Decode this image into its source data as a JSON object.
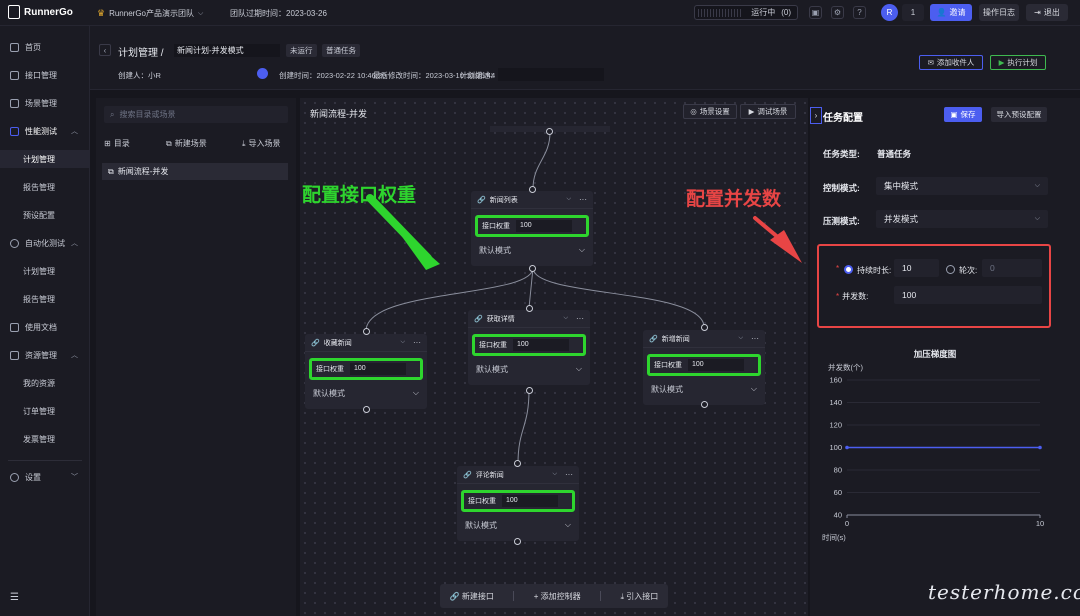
{
  "topbar": {
    "logo": "RunnerGo",
    "team": "RunnerGo产品演示团队",
    "expire": "团队过期时间：2023-03-26",
    "running_label": "运行中",
    "running_count": "(0)",
    "member_count": "1",
    "invite": "邀请",
    "log": "操作日志",
    "logout": "退出"
  },
  "sidebar": {
    "items": [
      {
        "label": "首页"
      },
      {
        "label": "接口管理"
      },
      {
        "label": "场景管理"
      },
      {
        "label": "性能测试"
      },
      {
        "label": "计划管理"
      },
      {
        "label": "报告管理"
      },
      {
        "label": "预设配置"
      },
      {
        "label": "自动化测试"
      },
      {
        "label": "计划管理"
      },
      {
        "label": "报告管理"
      },
      {
        "label": "使用文档"
      },
      {
        "label": "资源管理"
      },
      {
        "label": "我的资源"
      },
      {
        "label": "订单管理"
      },
      {
        "label": "发票管理"
      },
      {
        "label": "设置"
      }
    ]
  },
  "header": {
    "crumb": "计划管理 /",
    "plan_name": "新闻计划-并发模式",
    "status": "未运行",
    "task_type": "普通任务",
    "creator": "创建人：小R",
    "created": "创建时间：2023-02-22 10:46:20",
    "modified": "最后修改时间：2023-03-10 10:25:44",
    "desc_label": "计划描述：",
    "add_recipient": "添加收件人",
    "run_plan": "执行计划"
  },
  "scene_list": {
    "search_placeholder": "搜索目录或场景",
    "dir": "目录",
    "new_scene": "新建场景",
    "import_scene": "导入场景",
    "scene": "新闻流程-并发"
  },
  "canvas": {
    "title": "新闻流程-并发",
    "settings": "场景设置",
    "debug": "调试场景",
    "weight_label": "接口权重",
    "mode_label": "默认模式",
    "nodes": [
      {
        "name": "新闻列表",
        "weight": "100"
      },
      {
        "name": "获取详情",
        "weight": "100"
      },
      {
        "name": "收藏新闻",
        "weight": "100"
      },
      {
        "name": "新增新闻",
        "weight": "100"
      },
      {
        "name": "评论新闻",
        "weight": "100"
      }
    ],
    "annotation_weight": "配置接口权重",
    "annotation_concurrency": "配置并发数",
    "bottom": {
      "new_api": "新建接口",
      "add_controller": "添加控制器",
      "import_api": "引入接口"
    }
  },
  "right_panel": {
    "title": "任务配置",
    "save": "保存",
    "import_preset": "导入预设配置",
    "task_type_label": "任务类型:",
    "task_type_value": "普通任务",
    "control_label": "控制模式:",
    "control_value": "集中模式",
    "stress_label": "压测模式:",
    "stress_value": "并发模式",
    "duration_label": "持续时长:",
    "duration_value": "10",
    "rounds_label": "轮次:",
    "rounds_value": "0",
    "concurrency_label": "并发数:",
    "concurrency_value": "100"
  },
  "chart_data": {
    "type": "line",
    "title": "加压梯度图",
    "ylabel": "并发数(个)",
    "xlabel": "时间(s)",
    "ylim": [
      40,
      160
    ],
    "yticks": [
      40,
      60,
      80,
      100,
      120,
      140,
      160
    ],
    "xlim": [
      0,
      10
    ],
    "xticks": [
      0,
      10
    ],
    "x": [
      0,
      10
    ],
    "series": [
      {
        "values": [
          100,
          100
        ]
      }
    ],
    "color": "#4c5ef0"
  },
  "watermark": "testerhome.com",
  "colors": {
    "accent": "#4c5ef0",
    "annotation_green": "#2ed52e",
    "annotation_red": "#e84545"
  }
}
